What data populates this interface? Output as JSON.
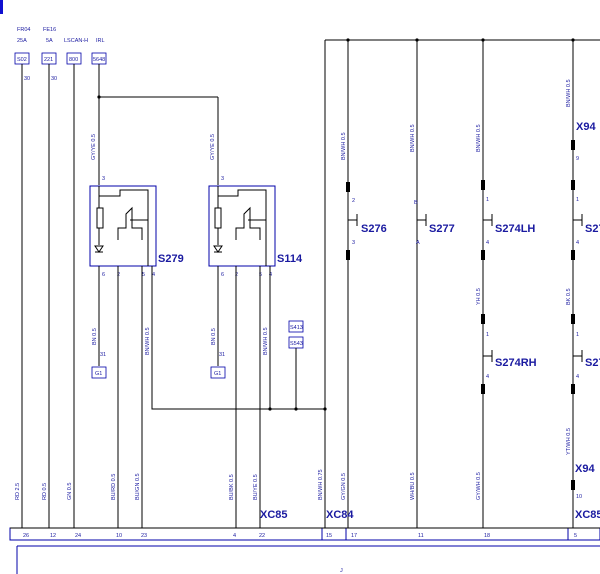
{
  "fuses": [
    {
      "name": "FR04",
      "rating": "25A",
      "box": "S02",
      "pin": "30"
    },
    {
      "name": "FE16",
      "rating": "5A",
      "box": "221",
      "pin": "30"
    },
    {
      "name": "LSCAN-H",
      "rating": "",
      "box": "800",
      "pin": ""
    },
    {
      "name": "IRL",
      "rating": "",
      "box": "5648",
      "pin": ""
    }
  ],
  "switches": {
    "s279": {
      "label": "S279",
      "pins": [
        "3",
        "6",
        "2",
        "5",
        "4"
      ]
    },
    "s114": {
      "label": "S114",
      "pins": [
        "3",
        "6",
        "2",
        "5",
        "4"
      ]
    },
    "s276": {
      "label": "S276",
      "pins": [
        "2",
        "3"
      ]
    },
    "s277": {
      "label": "S277",
      "pins": [
        "B",
        "A"
      ]
    },
    "s274lh": {
      "label": "S274LH",
      "pins": [
        "1",
        "4"
      ]
    },
    "s274rh": {
      "label": "S274RH",
      "pins": [
        "1",
        "4"
      ]
    },
    "s27x1": {
      "label": "S27",
      "pins": [
        "1",
        "4"
      ]
    },
    "s27x2": {
      "label": "S27",
      "pins": [
        "1",
        "4"
      ]
    }
  },
  "grounds": {
    "g1": {
      "box": "G1",
      "pin": "31"
    },
    "g2": {
      "box": "G1",
      "pin": "31"
    }
  },
  "splices": {
    "top": "S413",
    "bottom": "S543"
  },
  "wires": {
    "gyye1": "GY/YE 0.5",
    "gyye2": "GY/YE 0.5",
    "bn1": "BN 0.5",
    "bn2": "BN 0.5",
    "bnwh1": "BN/WH 0.5",
    "bnwh2": "BN/WH 0.5",
    "bnwh_v1": "BN/WH 0.5",
    "bnwh_v2": "BN/WH 0.5",
    "bnwh_v3": "BN/WH 0.5",
    "bnwh_v4": "BN/WH 0.5",
    "yh": "YH 0.5",
    "bk": "BK 0.5",
    "rd25": "RD 2.5",
    "rd05": "RD 0.5",
    "gn": "GN 0.5",
    "burd": "BU/RD 0.5",
    "bugn": "BU/GN 0.5",
    "bubk": "BU/BK 0.5",
    "buye": "BU/YE 0.5",
    "bnwh075": "BN/WH 0.75",
    "gygn": "GY/GN 0.5",
    "whbu": "WH/BU 0.5",
    "gywh": "GY/WH 0.5",
    "ytwh": "YT/WH 0.5"
  },
  "connectors": {
    "xc85a": "XC85",
    "xc84": "XC84",
    "xc85b": "XC85",
    "x94a": {
      "label": "X94",
      "pin": "9"
    },
    "x94b": {
      "label": "X94",
      "pin": "10"
    }
  },
  "pins": [
    "26",
    "12",
    "24",
    "10",
    "23",
    "4",
    "22",
    "15",
    "17",
    "11",
    "18",
    "5"
  ],
  "footer": "J"
}
